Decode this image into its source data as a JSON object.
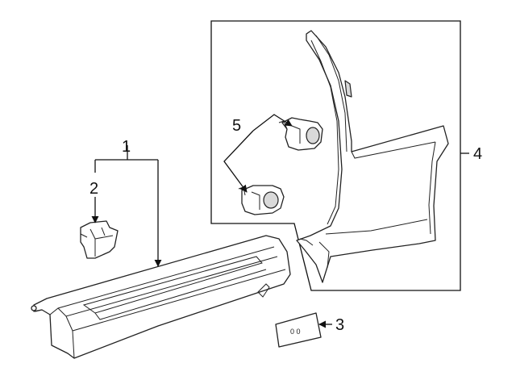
{
  "diagram": {
    "callouts": {
      "c1": "1",
      "c2": "2",
      "c3": "3",
      "c4": "4",
      "c5": "5"
    },
    "label_text": "0 0"
  }
}
